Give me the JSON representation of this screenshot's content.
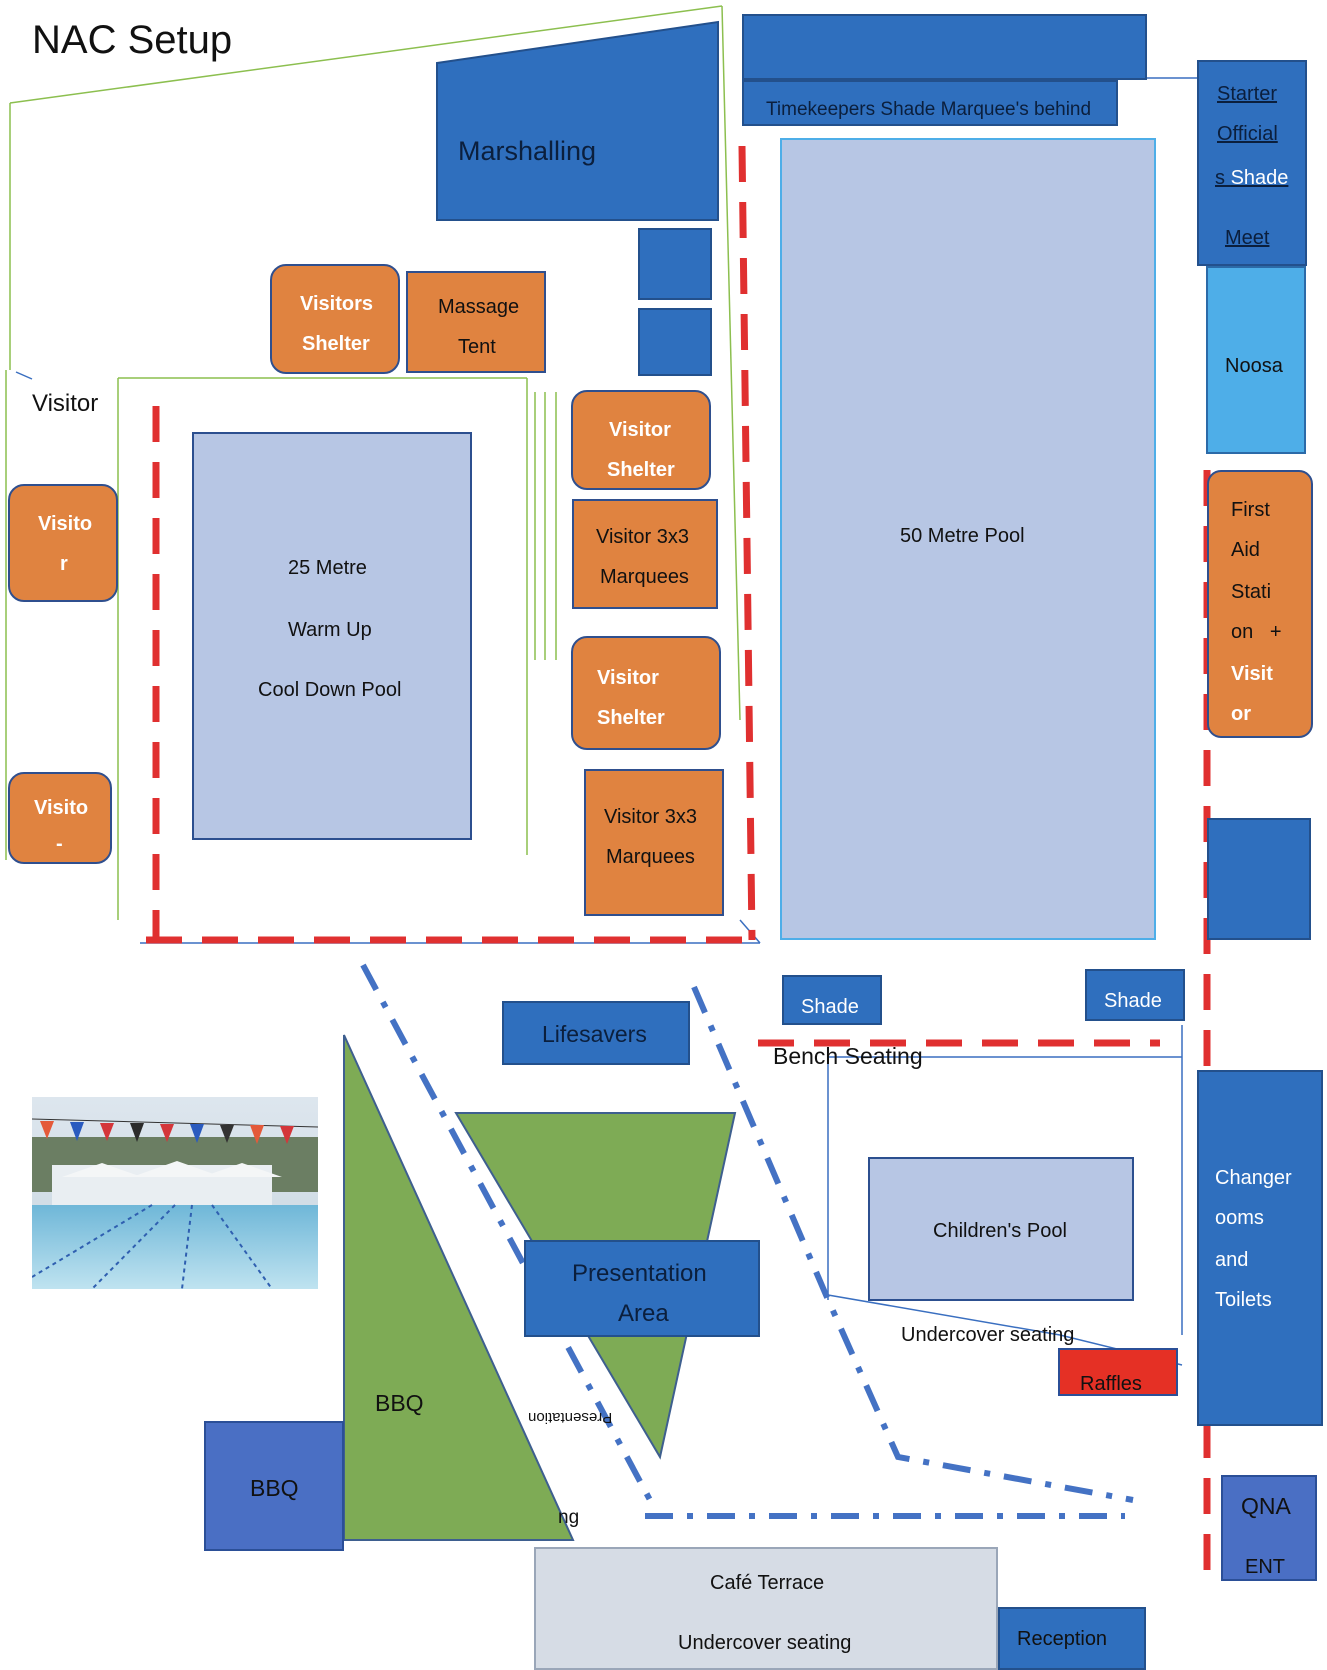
{
  "title": "NAC Setup",
  "labels": {
    "timekeepers": "Timekeepers Shade Marquee's behind",
    "marshalling": "Marshalling",
    "starter_1": "Starter",
    "starter_2": "Official",
    "starter_3a": "s ",
    "starter_3b": "Shade",
    "starter_4": "Meet ",
    "noosa": "Noosa",
    "visitors_shelter_1": "Visitors",
    "visitors_shelter_2": "Shelter",
    "massage_1": "Massage",
    "massage_2": "Tent",
    "visitor_side": "Visitor",
    "visitor_a_1": "Visito",
    "visitor_a_2": "r",
    "visitor_b_1": "Visito",
    "visitor_b_2": "-",
    "pool25_1": "25 Metre",
    "pool25_2": "Warm Up",
    "pool25_3": "Cool Down Pool",
    "vs_top_1": "Visitor",
    "vs_top_2": "Shelter",
    "marquee_1a": "Visitor 3x3",
    "marquee_1b": "Marquees",
    "vs_mid_1": "Visitor",
    "vs_mid_2": "Shelter",
    "marquee_2a": "Visitor 3x3",
    "marquee_2b": "Marquees",
    "pool50": "50 Metre Pool",
    "first_aid_1": "First",
    "first_aid_2": "Aid",
    "first_aid_3": "Stati",
    "first_aid_4": "on   +",
    "first_aid_5": "Visit",
    "first_aid_6": "or",
    "shade_1": "Shade",
    "shade_2": "Shade",
    "lifesavers": "Lifesavers",
    "bench_seating": "Bench Seating",
    "childrens_pool": "Children's Pool",
    "undercover_seating": "Undercover seating",
    "raffles": "Raffles",
    "changer_1": "Changer",
    "changer_2": "ooms",
    "changer_3": "and",
    "changer_4": "Toilets",
    "presentation_1": "Presentation",
    "presentation_2": "Area",
    "presentation_flipped": "Presentation",
    "bbq_green": "BBQ",
    "bbq_box": "BBQ",
    "ng_fragment": "ng",
    "qna_1": "QNA",
    "qna_2": "ENT",
    "cafe_1": "Café Terrace",
    "cafe_2": "Undercover seating",
    "reception": "Reception"
  },
  "colors": {
    "blue": "#2f6fbe",
    "light_blue": "#4eaee8",
    "pool": "#b7c6e4",
    "orange": "#e08340",
    "green": "#7eab55",
    "red_dash": "#e03030",
    "blue_dash": "#4472c4",
    "raffles_red": "#e53025",
    "cafe_grey": "#d6dce5"
  },
  "photo": {
    "description_icon": "pool-photo-icon"
  }
}
